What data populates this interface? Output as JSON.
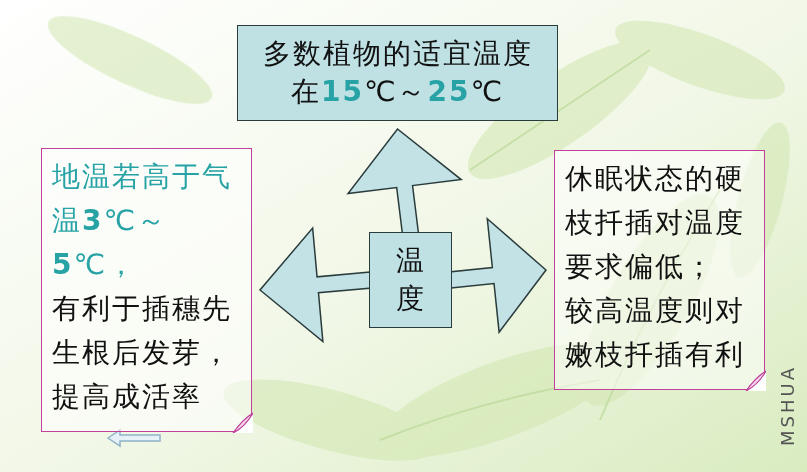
{
  "diagram": {
    "nodes": [
      {
        "text": [
          "多数植物的适宜温度在15℃～25℃"
        ]
      },
      {
        "text": [
          "温度"
        ]
      },
      {
        "text": [
          "地温若高于气温3℃～5℃，",
          "有利于插穗先生根后发芽，提高成活率"
        ]
      },
      {
        "text": [
          "休眠状态的硬枝扦插对温度要求偏低；",
          "较高温度则对嫩枝扦插有利"
        ]
      }
    ],
    "edges": [
      {
        "from": 1,
        "to": 0,
        "arrow": "to"
      },
      {
        "from": 1,
        "to": 2,
        "arrow": "to"
      },
      {
        "from": 1,
        "to": 3,
        "arrow": "to"
      }
    ],
    "labels": [
      "MSHUA"
    ]
  }
}
